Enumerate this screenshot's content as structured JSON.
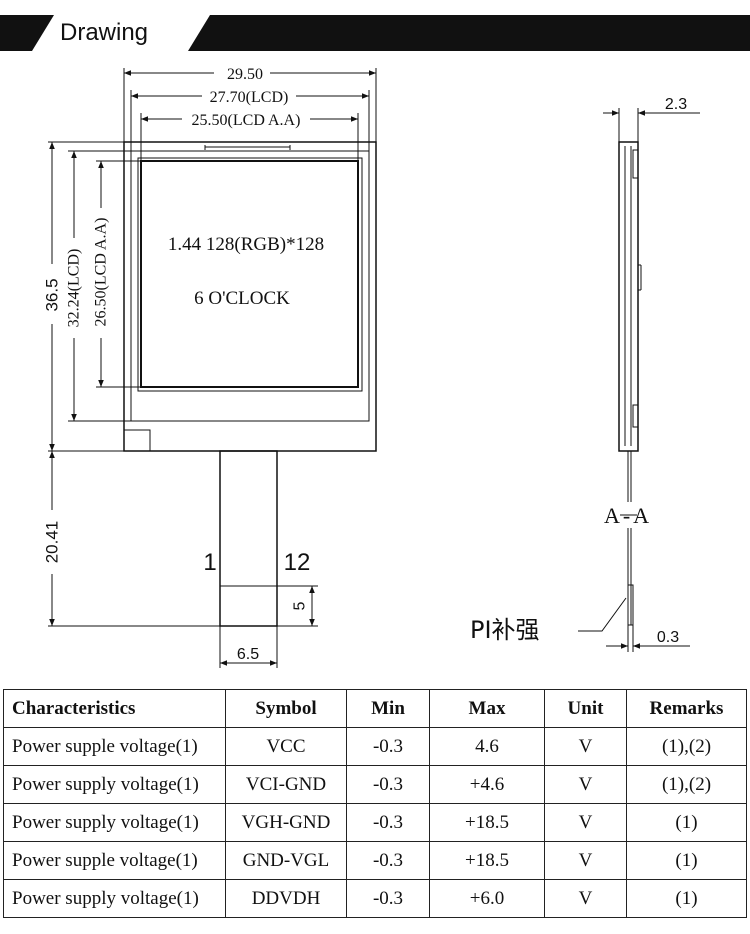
{
  "header": {
    "title": "Drawing"
  },
  "drawing": {
    "dim_width_total": "29.50",
    "dim_width_lcd": "27.70(LCD)",
    "dim_width_aa": "25.50(LCD A.A)",
    "dim_height_total": "36.5",
    "dim_height_lcd": "32.24(LCD)",
    "dim_height_aa": "26.50(LCD A.A)",
    "screen_line1": "1.44 128(RGB)*128",
    "screen_line2": "6 O'CLOCK",
    "dim_fpc_length": "20.41",
    "pin_first": "1",
    "pin_last": "12",
    "dim_contact": "5",
    "dim_fpc_width": "6.5",
    "dim_thickness": "2.3",
    "section_label": "A-A",
    "pi_label": "PI补强",
    "dim_pi": "0.3"
  },
  "table": {
    "headers": [
      "Characteristics",
      "Symbol",
      "Min",
      "Max",
      "Unit",
      "Remarks"
    ],
    "rows": [
      [
        "Power supple voltage(1)",
        "VCC",
        "-0.3",
        "4.6",
        "V",
        "(1),(2)"
      ],
      [
        "Power supply voltage(1)",
        "VCI-GND",
        "-0.3",
        "+4.6",
        "V",
        "(1),(2)"
      ],
      [
        "Power supply voltage(1)",
        "VGH-GND",
        "-0.3",
        "+18.5",
        "V",
        "(1)"
      ],
      [
        "Power supple voltage(1)",
        "GND-VGL",
        "-0.3",
        "+18.5",
        "V",
        "(1)"
      ],
      [
        "Power supply voltage(1)",
        "DDVDH",
        "-0.3",
        "+6.0",
        "V",
        "(1)"
      ]
    ]
  }
}
